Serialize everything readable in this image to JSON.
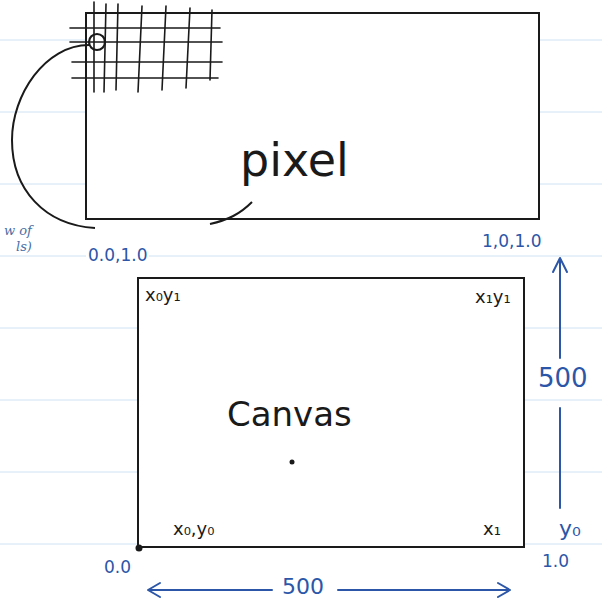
{
  "diagram": {
    "nodes": [
      {
        "text": [
          "pixel"
        ]
      },
      {
        "text": [
          "x₀y₁",
          "x₁y₁",
          "Canvas",
          "x₀,y₀",
          "x₁"
        ]
      }
    ],
    "labels": [
      "w of",
      "ls)",
      "0.0,1.0",
      "1,0,1.0",
      "500",
      "y₀",
      "1.0",
      "0.0",
      "500"
    ]
  }
}
